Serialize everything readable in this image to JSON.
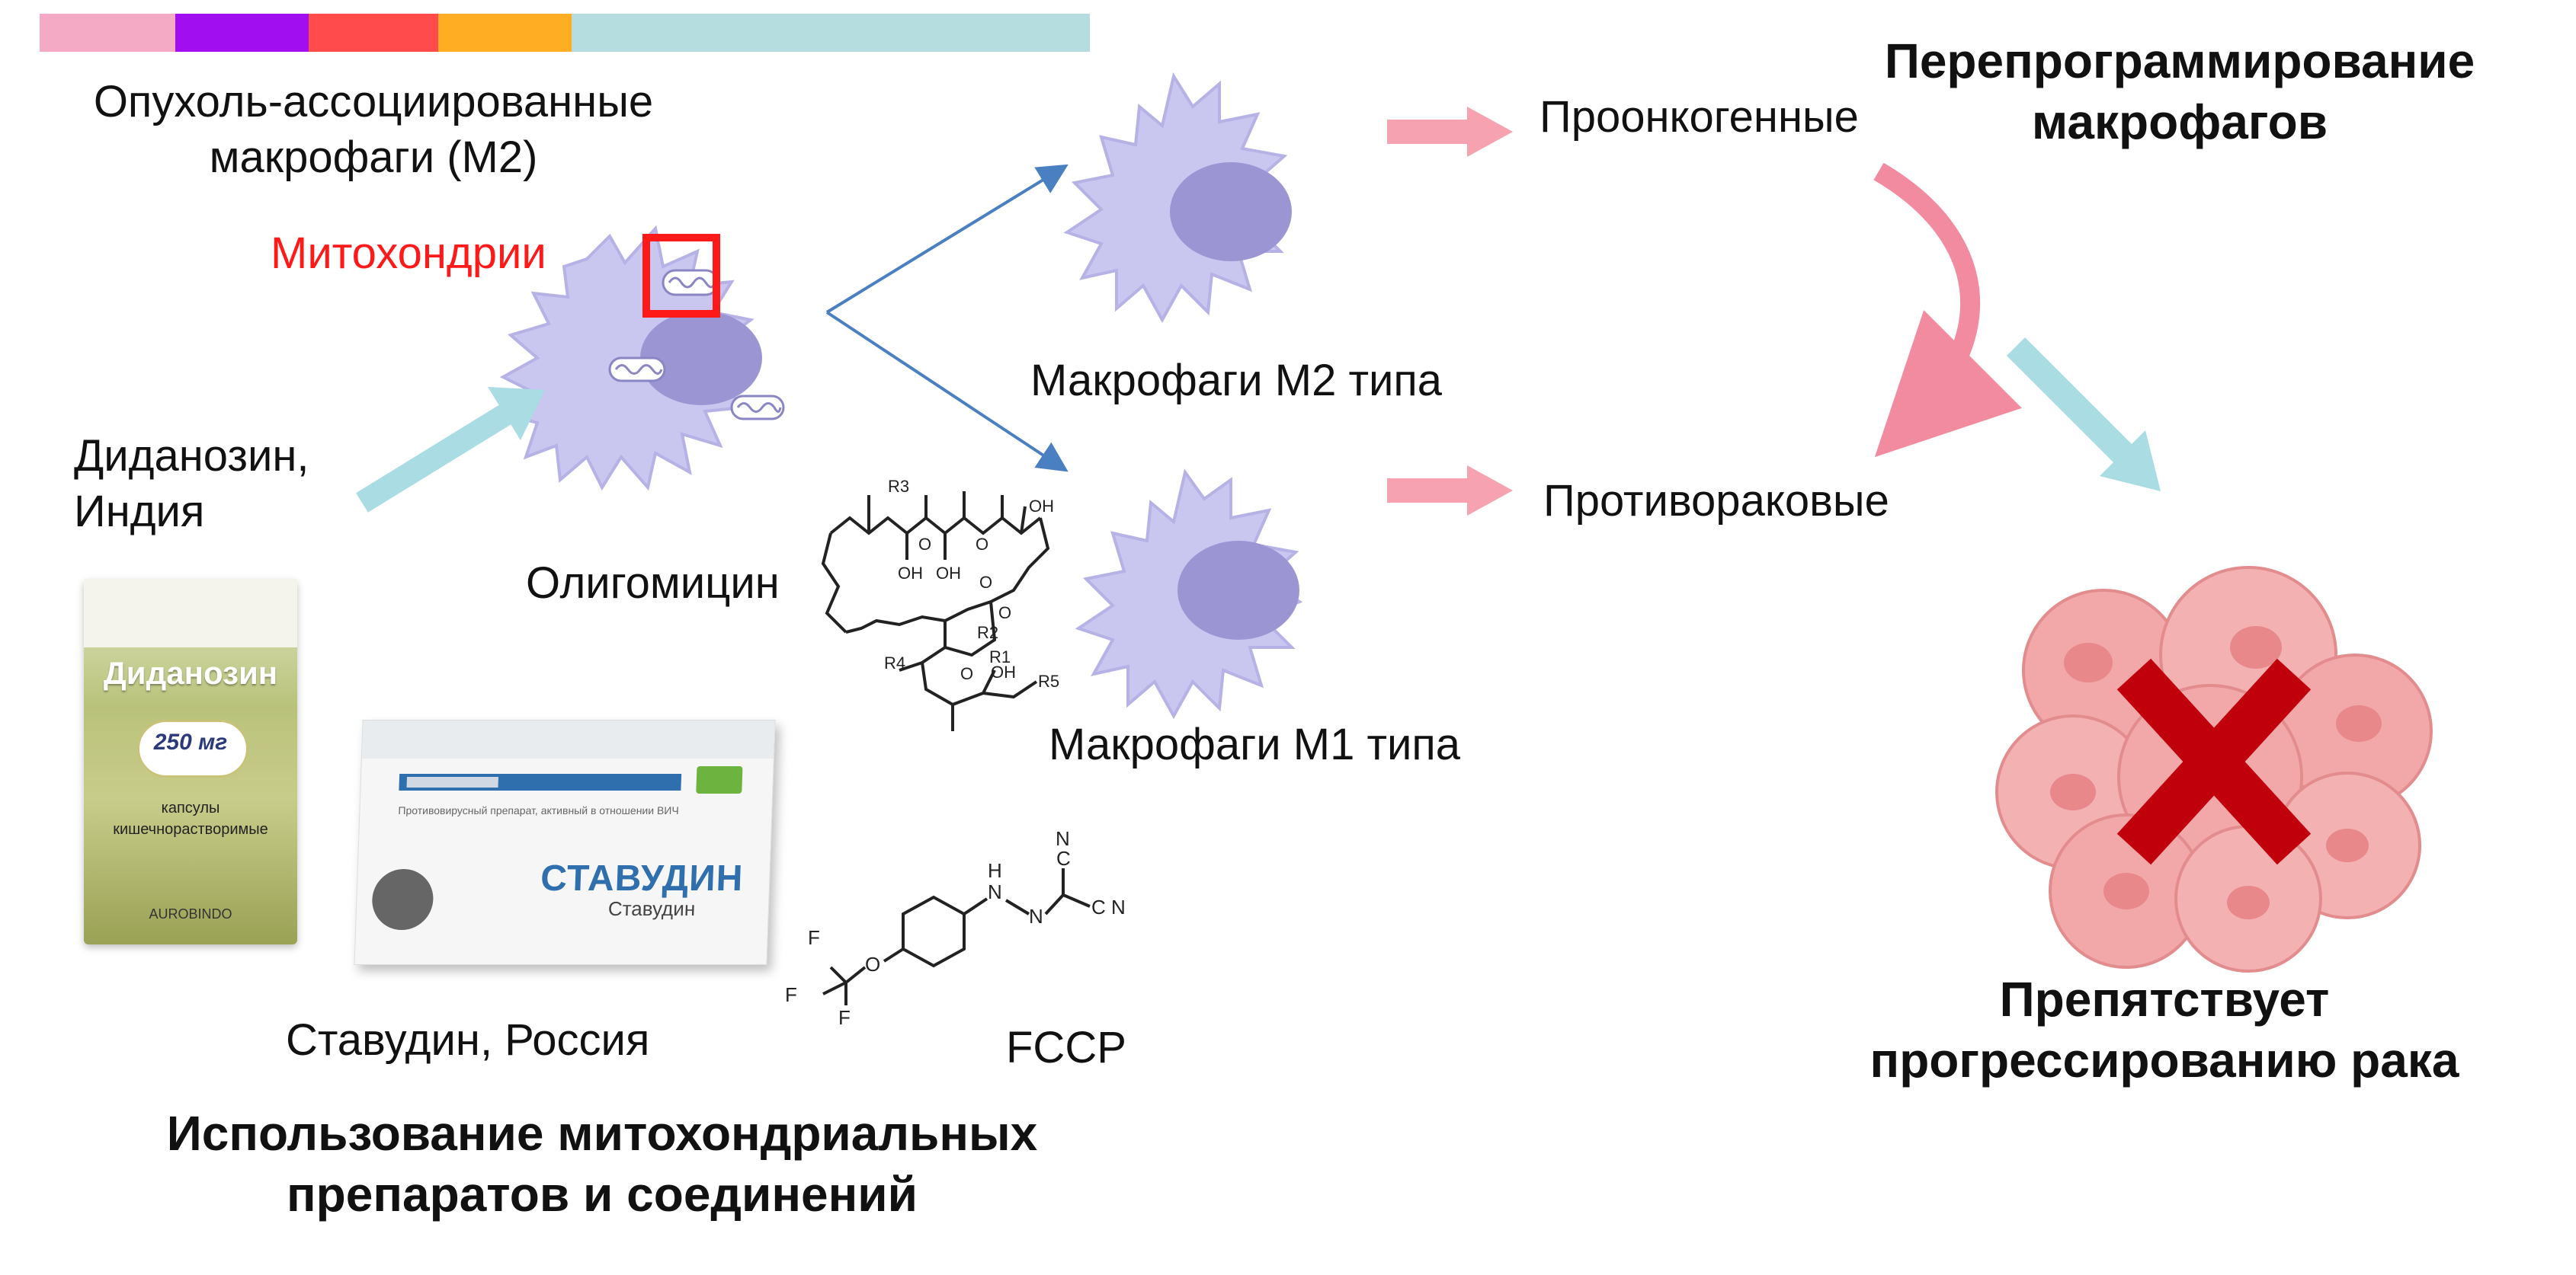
{
  "colors": {
    "stripe": [
      "#f4a9c4",
      "#a10ef0",
      "#ff4b4b",
      "#ffad22",
      "#b5dde0"
    ],
    "macrophage_fill": "#c9c6f0",
    "macrophage_nucleus": "#9b96d3",
    "red_label": "#ff1a1a",
    "blue_arrow": "#4a7fc1",
    "pink_arrow": "#f6a2b0",
    "cyan_arrow": "#a9dce3",
    "cancer_cross": "#c0000b",
    "cancer_cells": "#f2a8a9"
  },
  "labels": {
    "tam": [
      "Опухоль-ассоциированные",
      "макрофаги (М2)"
    ],
    "mito": "Митохондрии",
    "didanosine": [
      "Диданозин,",
      "Индия"
    ],
    "oligomycin": "Олигомицин",
    "m2": "Макрофаги М2 типа",
    "m1": "Макрофаги М1 типа",
    "pro": "Проонкогенные",
    "anti": "Противораковые",
    "reprog": [
      "Перепрограммирование",
      "макрофагов"
    ],
    "prevents": [
      "Препятствует",
      "прогрессированию рака"
    ],
    "stavudine": "Ставудин, Россия",
    "fccp": "FCCP",
    "usage": [
      "Использование митохондриальных",
      "препаратов и соединений"
    ]
  },
  "didanosine_pack": {
    "name": "Диданозин",
    "dose": "250 мг",
    "caps_1": "капсулы",
    "caps_2": "кишечнорастворимые",
    "maker": "AUROBINDO"
  },
  "stavudine_pack": {
    "name": "СТАВУДИН",
    "subname": "Ставудин",
    "fine": "Противовирусный препарат, активный в отношении ВИЧ"
  },
  "oligomycin_structure": {
    "atoms": [
      "R3",
      "OH",
      "OH",
      "O",
      "O",
      "OH",
      "O",
      "O",
      "R2",
      "R4",
      "R1",
      "O",
      "OH",
      "R5"
    ]
  },
  "fccp_structure": {
    "atoms": [
      "N",
      "C",
      "H",
      "N",
      "N",
      "C",
      "N",
      "F",
      "F",
      "F",
      "O"
    ]
  }
}
